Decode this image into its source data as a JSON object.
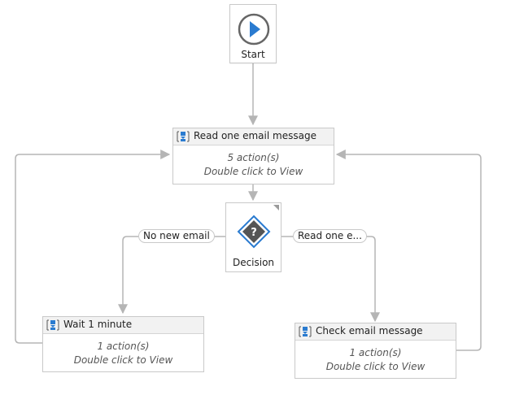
{
  "start": {
    "label": "Start"
  },
  "read_email_seq": {
    "title": "Read one email message",
    "actions": "5 action(s)",
    "hint": "Double click to View"
  },
  "decision": {
    "label": "Decision"
  },
  "branches": {
    "left": "No new email",
    "right": "Read one e..."
  },
  "wait_seq": {
    "title": "Wait 1 minute",
    "actions": "1 action(s)",
    "hint": "Double click to View"
  },
  "check_seq": {
    "title": "Check email message",
    "actions": "1 action(s)",
    "hint": "Double click to View"
  },
  "colors": {
    "connector": "#b5b5b5",
    "icon_blue": "#2a7bd0",
    "diamond_dark": "#555555"
  }
}
